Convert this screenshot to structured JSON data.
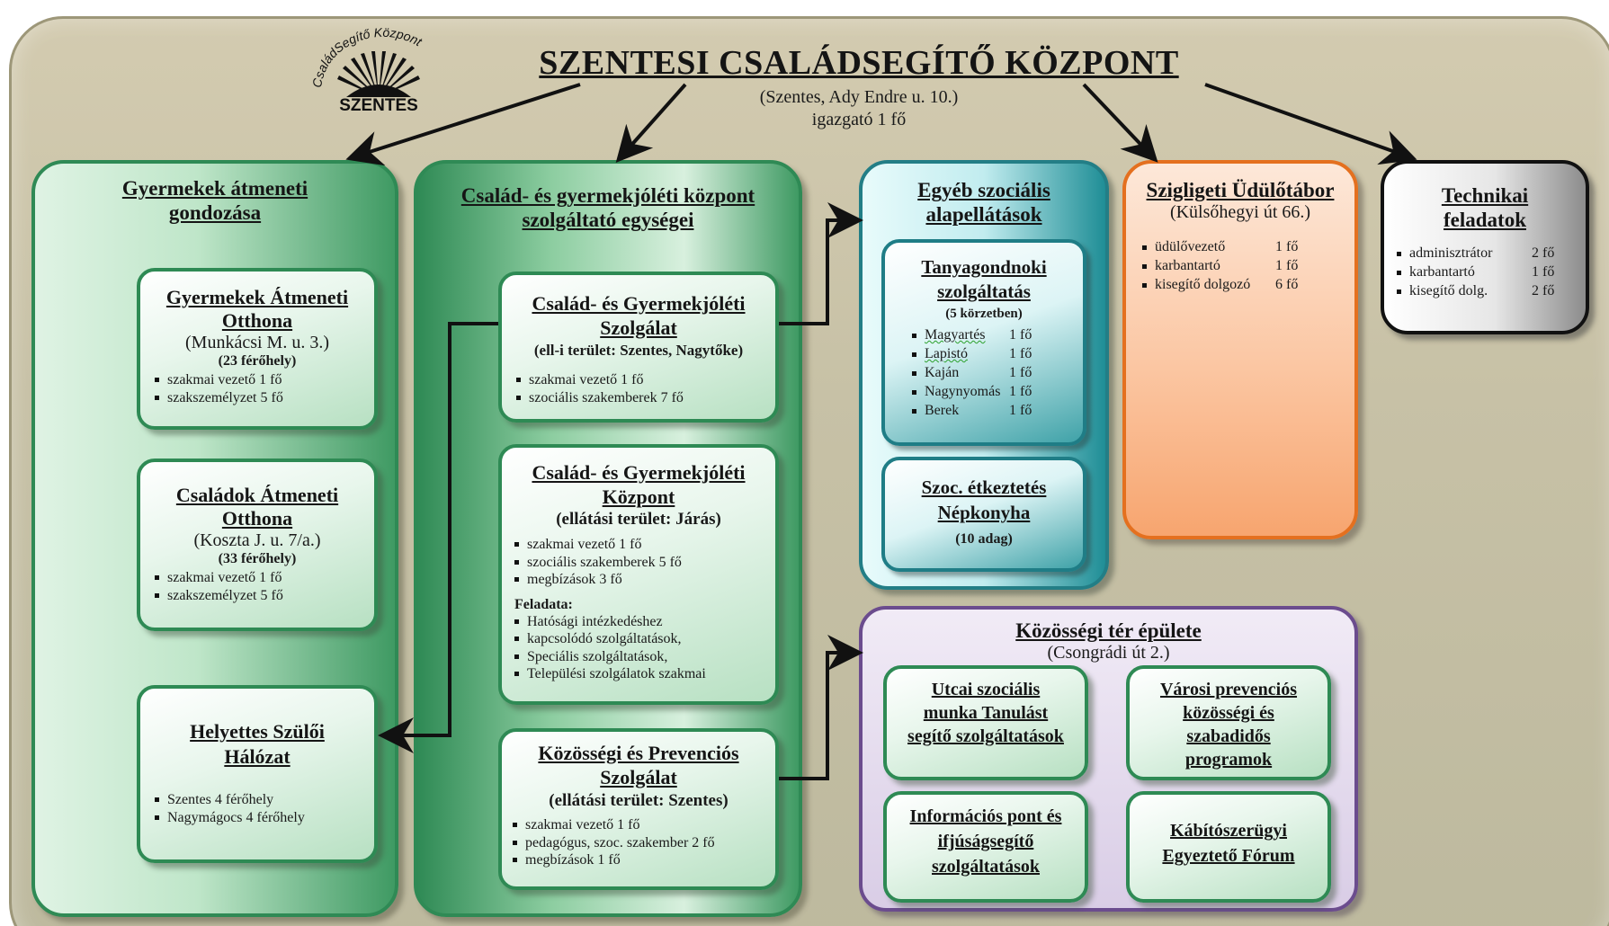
{
  "header": {
    "title": "SZENTESI CSALÁDSEGÍTŐ KÖZPONT",
    "address": "(Szentes, Ady Endre u. 10.)",
    "director": "igazgató 1 fő",
    "logo_arc_text": "CsaládSegítő Központ",
    "logo_word": "SZENTES"
  },
  "units": {
    "child_care": {
      "title": "Gyermekek átmeneti gondozása",
      "children_home": {
        "title": "Gyermekek Átmeneti Otthona",
        "address": "(Munkácsi M. u. 3.)",
        "capacity": "(23 férőhely)",
        "items": [
          "szakmai vezető 1 fő",
          "szakszemélyzet 5 fő"
        ]
      },
      "family_home": {
        "title": "Családok Átmeneti Otthona",
        "address": "(Koszta J. u. 7/a.)",
        "capacity": "(33 férőhely)",
        "items": [
          "szakmai vezető 1 fő",
          "szakszemélyzet 5 fő"
        ]
      },
      "foster_network": {
        "title": "Helyettes Szülői Hálózat",
        "items": [
          "Szentes 4 férőhely",
          "Nagymágocs 4 férőhely"
        ]
      }
    },
    "family_center": {
      "title": "Család- és gyermekjóléti központ szolgáltató egységei",
      "service": {
        "title": "Család- és Gyermekjóléti Szolgálat",
        "area": "(ell-i terület: Szentes, Nagytőke)",
        "items": [
          "szakmai vezető 1 fő",
          "szociális szakemberek 7 fő"
        ]
      },
      "center": {
        "title": "Család- és Gyermekjóléti Központ",
        "area": "(ellátási terület: Járás)",
        "items": [
          "szakmai vezető 1 fő",
          "szociális szakemberek 5 fő",
          "megbízások 3 fő"
        ],
        "task_label": "Feladata:",
        "tasks": [
          "Hatósági intézkedéshez",
          "kapcsolódó szolgáltatások,",
          "Speciális szolgáltatások,",
          "Települési szolgálatok szakmai"
        ]
      },
      "prevention": {
        "title": "Közösségi és Prevenciós Szolgálat",
        "area": "(ellátási terület: Szentes)",
        "items": [
          "szakmai vezető 1 fő",
          "pedagógus, szoc. szakember 2 fő",
          "megbízások 1 fő"
        ]
      }
    },
    "social": {
      "title": "Egyéb szociális alapellátások",
      "farm": {
        "title": "Tanyagondnoki szolgáltatás",
        "districts": "(5 körzetben)",
        "rows": [
          {
            "name": "Magyartés",
            "count": "1 fő"
          },
          {
            "name": "Lapistó",
            "count": "1 fő"
          },
          {
            "name": "Kaján",
            "count": "1 fő"
          },
          {
            "name": "Nagynyomás",
            "count": "1 fő"
          },
          {
            "name": "Berek",
            "count": "1 fő"
          }
        ]
      },
      "kitchen": {
        "title": "Szoc. étkeztetés Népkonyha",
        "portions": "(10 adag)"
      }
    },
    "camp": {
      "title": "Szigligeti Üdülőtábor",
      "address": "(Külsőhegyi út 66.)",
      "rows": [
        {
          "name": "üdülővezető",
          "count": "1 fő"
        },
        {
          "name": "karbantartó",
          "count": "1 fő"
        },
        {
          "name": "kisegítő dolgozó",
          "count": "6 fő"
        }
      ]
    },
    "technical": {
      "title": "Technikai feladatok",
      "rows": [
        {
          "name": "adminisztrátor",
          "count": "2 fő"
        },
        {
          "name": "karbantartó",
          "count": "1 fő"
        },
        {
          "name": "kisegítő dolg.",
          "count": "2 fő"
        }
      ]
    },
    "community": {
      "title": "Közösségi tér épülete",
      "address": "(Csongrádi út 2.)",
      "street": "Utcai szociális munka Tanulást segítő szolgáltatások",
      "city": "Városi prevenciós közösségi és szabadidős programok",
      "info": "Információs pont és ifjúságsegítő szolgáltatások",
      "drug": "Kábítószerügyi Egyeztető Fórum"
    }
  },
  "colors": {
    "green": "#2f8a55",
    "teal": "#237e86",
    "orange": "#e4701f",
    "purple": "#6b4c8e",
    "frame": "#c7c1a6"
  }
}
